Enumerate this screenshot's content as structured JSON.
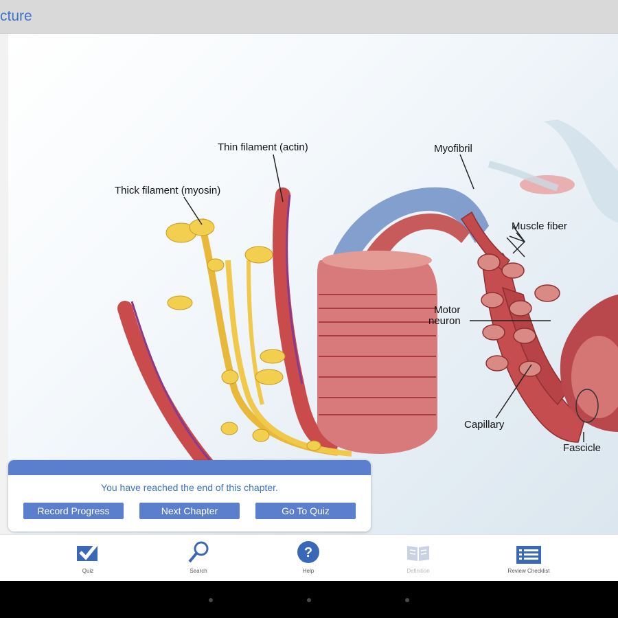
{
  "header": {
    "title": "cture"
  },
  "illustration": {
    "labels": {
      "thin_filament": "Thin filament (actin)",
      "thick_filament": "Thick filament (myosin)",
      "myofibril": "Myofibril",
      "muscle_fiber": "Muscle fiber",
      "motor_neuron_line1": "Motor",
      "motor_neuron_line2": "neuron",
      "capillary": "Capillary",
      "fascicle": "Fascicle"
    }
  },
  "end_panel": {
    "message": "You have reached the end of this chapter.",
    "buttons": {
      "record_progress": "Record Progress",
      "next_chapter": "Next Chapter",
      "go_to_quiz": "Go To Quiz"
    }
  },
  "toolbar": {
    "items": [
      {
        "label": "Quiz",
        "icon": "checkbox-icon"
      },
      {
        "label": "Search",
        "icon": "magnifier-icon"
      },
      {
        "label": "Help",
        "icon": "help-icon"
      },
      {
        "label": "Definition",
        "icon": "book-icon",
        "enabled": false
      },
      {
        "label": "Review Checklist",
        "icon": "checklist-icon"
      }
    ]
  },
  "colors": {
    "accent": "#5b7fcc",
    "title_blue": "#3e74c6",
    "muscle_red": "#c0464a",
    "myosin_yellow": "#f0c84a"
  }
}
